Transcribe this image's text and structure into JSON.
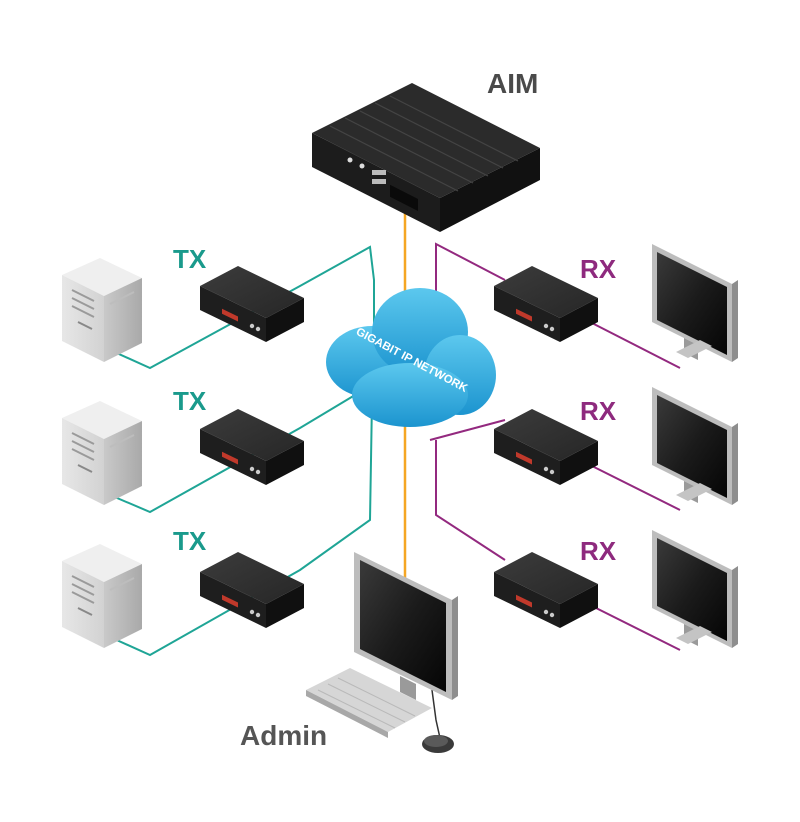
{
  "labels": {
    "aim": "AIM",
    "tx": [
      "TX",
      "TX",
      "TX"
    ],
    "rx": [
      "RX",
      "RX",
      "RX"
    ],
    "admin": "Admin",
    "network": "GIGABIT IP NETWORK"
  },
  "colors": {
    "tx_line": "#1fa596",
    "rx_line": "#93297f",
    "aim_line": "#f5a623",
    "cloud_top": "#5cc8ee",
    "cloud_bottom": "#1c94cf"
  },
  "icons": {
    "computer": "tower-computer-icon",
    "monitor": "lcd-monitor-icon",
    "extender": "kvm-extender-icon",
    "server": "aim-server-icon",
    "cloud": "network-cloud-icon",
    "keyboard": "keyboard-icon",
    "mouse": "mouse-icon"
  }
}
